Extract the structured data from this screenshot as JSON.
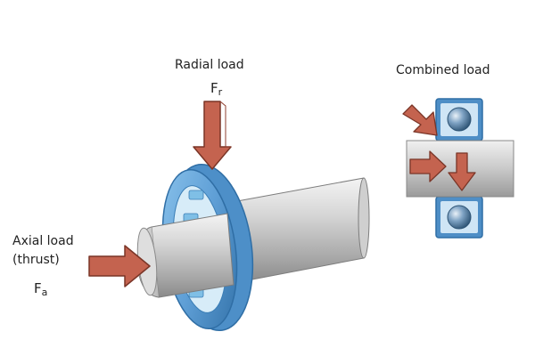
{
  "labels": {
    "radial_title": "Radial load",
    "radial_symbol_base": "F",
    "radial_symbol_sub": "r",
    "combined_title": "Combined load",
    "axial_title": "Axial load",
    "axial_subtitle": "(thrust)",
    "axial_symbol_base": "F",
    "axial_symbol_sub": "a"
  },
  "colors": {
    "arrow_fill": "#c4634f",
    "arrow_stroke": "#7a3527",
    "bearing_blue": "#5f9fd6",
    "bearing_blue_dark": "#2f6ea5",
    "shaft_light": "#e8e8e8",
    "shaft_dark": "#8e8e8e",
    "ball": "#3f6f9c"
  },
  "icons": [
    "radial-load-arrow",
    "axial-load-arrow",
    "combined-radial-arrow",
    "combined-axial-arrow",
    "combined-angled-arrow"
  ]
}
